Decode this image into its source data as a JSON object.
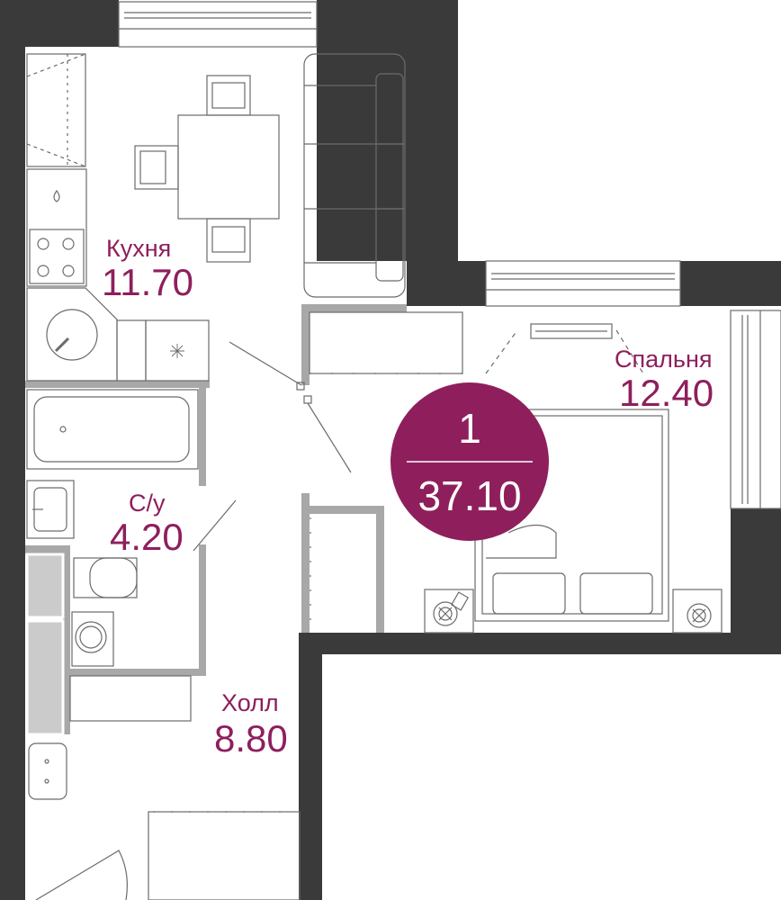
{
  "rooms": {
    "kitchen": {
      "name": "Кухня",
      "area": "11.70"
    },
    "bath": {
      "name": "С/у",
      "area": "4.20"
    },
    "hall": {
      "name": "Холл",
      "area": "8.80"
    },
    "bedroom": {
      "name": "Спальня",
      "area": "12.40"
    }
  },
  "badge": {
    "rooms": "1",
    "total_area": "37.10"
  },
  "colors": {
    "wall": "#3a3a3a",
    "accent": "#8e1f5c",
    "line": "#6b6b6b",
    "partition": "#a8a8a8",
    "storage": "#cbcbcb"
  }
}
